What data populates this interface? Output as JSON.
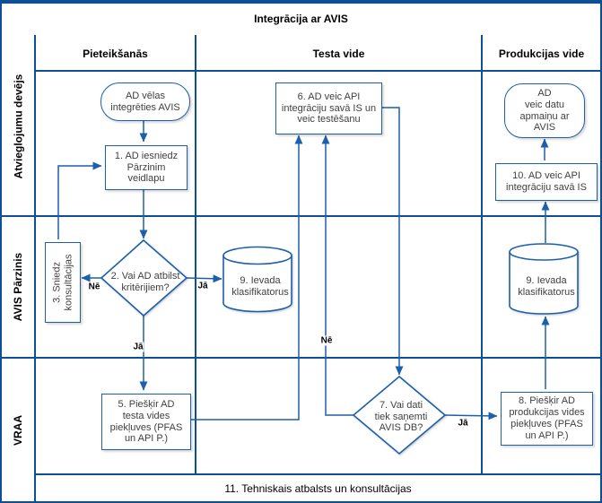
{
  "title": "Integrācija ar AVIS",
  "columns": [
    "Pieteikšanās",
    "Testa vide",
    "Produkcijas vide"
  ],
  "lanes": [
    "Atvieglojumu devējs",
    "AVIS Pārzinis",
    "VRAA"
  ],
  "footer": "11. Tehniskais atbalsts un konsultācijas",
  "colors": {
    "grid_border": "#0d4f94",
    "shape_stroke": "#1c5fad",
    "shape_fill": "#ffffff",
    "shape_text": "#3f3f3f",
    "edge_label_text": "#000000"
  },
  "nodes": {
    "start": "AD vēlas\nintegrēties AVIS",
    "step1": "1. AD iesniedz\nPārzinim\nveidlapu",
    "step2": "2. Vai AD atbilst\nkritērijiem?",
    "step3": "3. Sniedz\nkonsultācijas",
    "step5": "5. Piešķir AD\ntesta vides\npiekļuves (PFAS\nun API P.)",
    "step6": "6. AD veic API\nintegrāciju savā IS un\nveic testēšanu",
    "step7": "7. Vai dati\ntiek saņemti\nAVIS DB?",
    "step8": "8. Piešķir AD\nprodukcijas vides\npiekļuves (PFAS\nun API P.)",
    "step9_test": "9. Ievada\nklasifikatorus",
    "step9_prod": "9. Ievada\nklasifikatorus",
    "step10": "10. AD veic API\nintegrāciju savā IS",
    "end": "AD\nveic datu\napmaiņu ar\nAVIS"
  },
  "edges": [
    {
      "from": "start",
      "to": "step1",
      "label": ""
    },
    {
      "from": "step3",
      "to": "step1",
      "label": ""
    },
    {
      "from": "step1",
      "to": "step2",
      "label": ""
    },
    {
      "from": "step2",
      "to": "step3",
      "label": "Nē"
    },
    {
      "from": "step2",
      "to": "step9_test",
      "label": "Jā"
    },
    {
      "from": "step2",
      "to": "step5",
      "label": "Jā"
    },
    {
      "from": "step5",
      "to": "step6",
      "label": ""
    },
    {
      "from": "step6",
      "to": "step7",
      "label": ""
    },
    {
      "from": "step7",
      "to": "step6",
      "label": "Nē"
    },
    {
      "from": "step7",
      "to": "step8",
      "label": "Jā"
    },
    {
      "from": "step8",
      "to": "step9_prod",
      "label": ""
    },
    {
      "from": "step9_prod",
      "to": "step10",
      "label": ""
    },
    {
      "from": "step10",
      "to": "end",
      "label": ""
    }
  ]
}
